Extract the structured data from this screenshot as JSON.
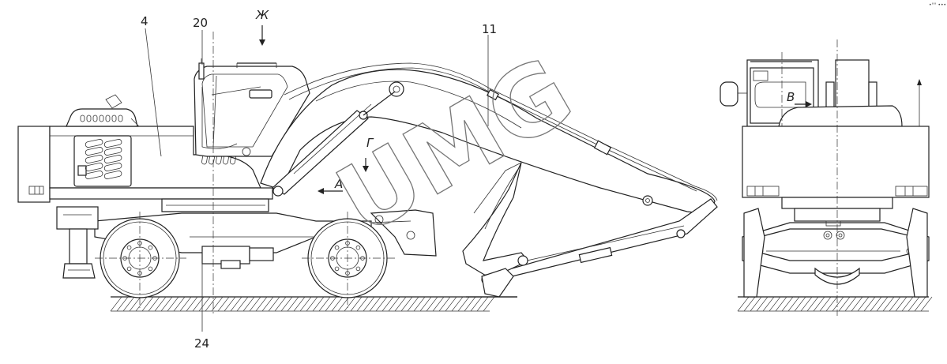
{
  "labels": {
    "part_4": "4",
    "part_20": "20",
    "part_11": "11",
    "part_24": "24",
    "view_zh": "Ж",
    "view_g": "Г",
    "view_a": "А",
    "view_v": "В"
  },
  "watermark": "UMG",
  "corner_mark": "•°° •••",
  "colors": {
    "line": "#222222",
    "watermark": "#777777",
    "background": "#ffffff"
  }
}
